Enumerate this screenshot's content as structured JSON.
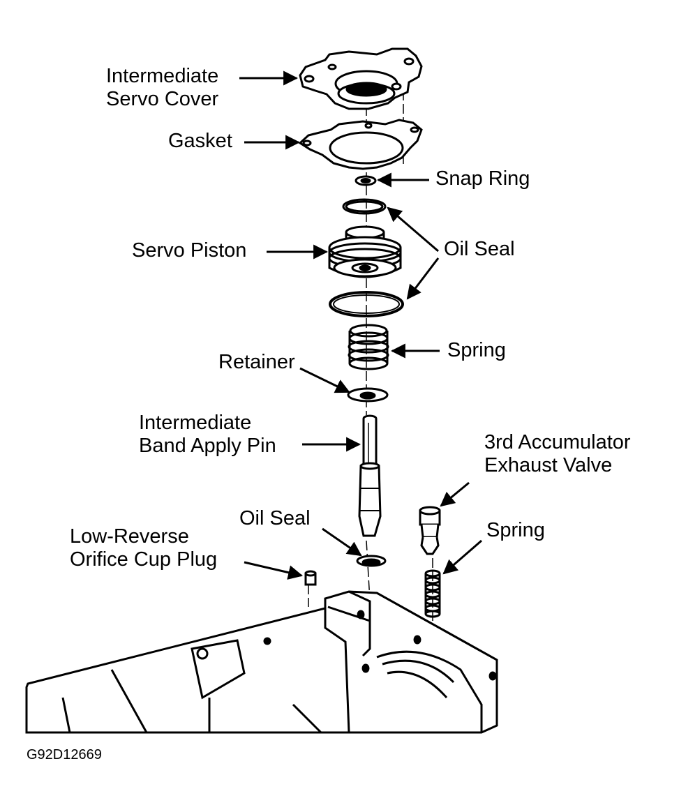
{
  "labels": {
    "intermediate_servo_cover": [
      "Intermediate",
      "Servo Cover"
    ],
    "gasket": "Gasket",
    "snap_ring": "Snap Ring",
    "oil_seal_top": "Oil Seal",
    "servo_piston": "Servo Piston",
    "spring_top": "Spring",
    "retainer": "Retainer",
    "intermediate_band_apply_pin": [
      "Intermediate",
      "Band Apply Pin"
    ],
    "third_accumulator_exhaust_valve": [
      "3rd Accumulator",
      "Exhaust Valve"
    ],
    "oil_seal_bottom": "Oil Seal",
    "spring_bottom": "Spring",
    "low_reverse_orifice_cup_plug": [
      "Low-Reverse",
      "Orifice Cup Plug"
    ]
  },
  "figure_code": "G92D12669",
  "colors": {
    "ink": "#000000",
    "paper": "#ffffff"
  }
}
